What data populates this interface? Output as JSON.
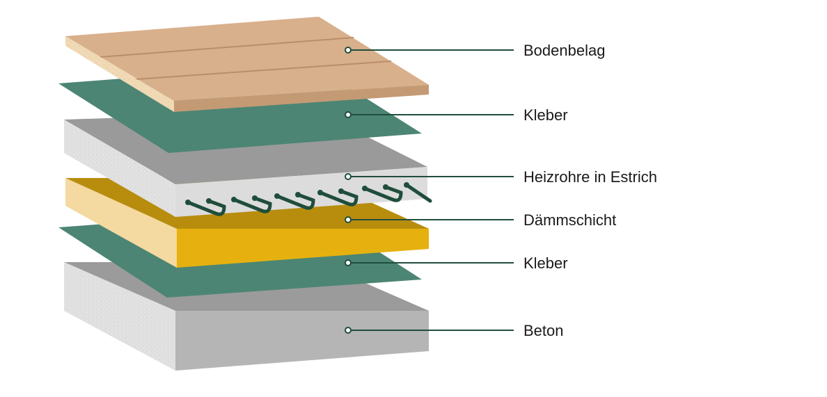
{
  "layers": [
    {
      "key": "bodenbelag",
      "label": "Bodenbelag",
      "color": "#d9b08c"
    },
    {
      "key": "kleber_top",
      "label": "Kleber",
      "color": "#4c8574"
    },
    {
      "key": "estrich",
      "label": "Heizrohre in Estrich",
      "color": "#9a9a9a"
    },
    {
      "key": "daemmung",
      "label": "Dämmschicht",
      "color": "#e6b10e"
    },
    {
      "key": "kleber_bottom",
      "label": "Kleber",
      "color": "#4c8574"
    },
    {
      "key": "beton",
      "label": "Beton",
      "color": "#b4b4b4"
    }
  ],
  "colors": {
    "leader": "#1f4d3b",
    "pipe": "#1f4d3b"
  }
}
